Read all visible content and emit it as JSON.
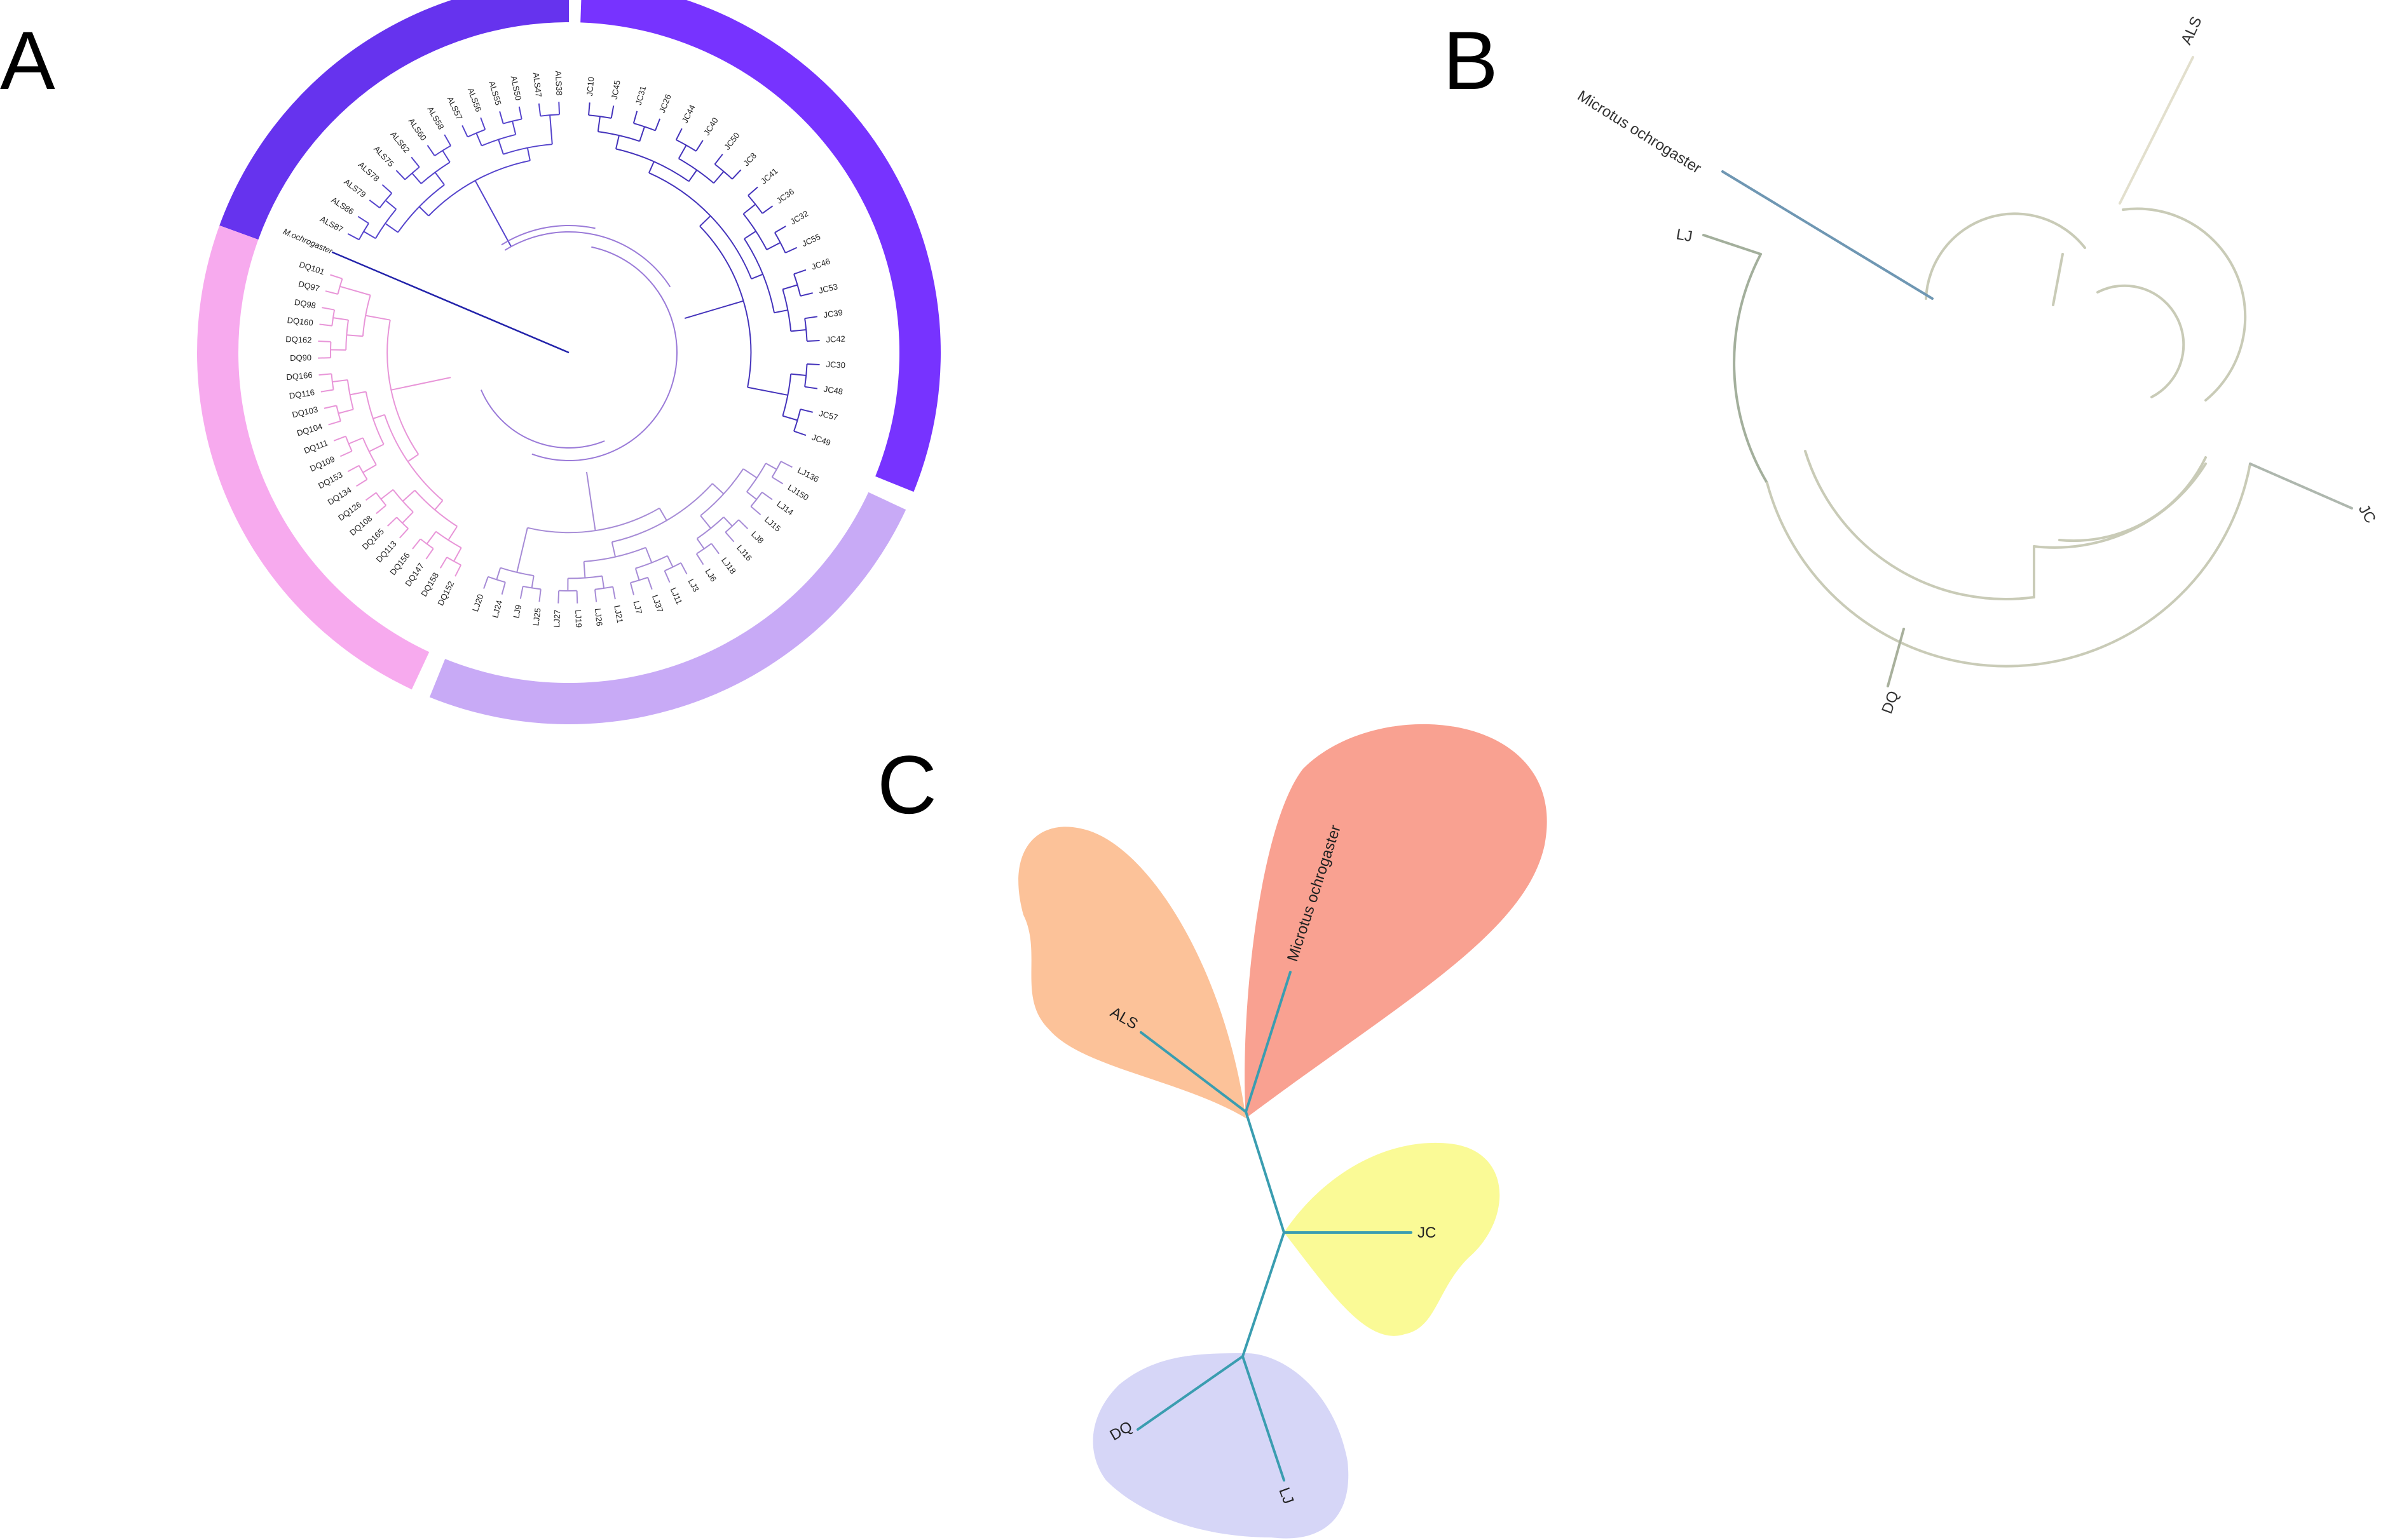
{
  "panels": {
    "a": {
      "label": "A",
      "groups": [
        {
          "key": "ALS",
          "color": "#6633ee",
          "branch_color": "#5544cc",
          "tips": [
            "ALS87",
            "ALS86",
            "ALS79",
            "ALS78",
            "ALS75",
            "ALS62",
            "ALS60",
            "ALS58",
            "ALS57",
            "ALS56",
            "ALS55",
            "ALS50",
            "ALS47",
            "ALS38"
          ]
        },
        {
          "key": "JC",
          "color": "#7733ff",
          "branch_color": "#4433bb",
          "tips": [
            "JC10",
            "JC45",
            "JC31",
            "JC26",
            "JC44",
            "JC40",
            "JC50",
            "JC8",
            "JC41",
            "JC36",
            "JC32",
            "JC55",
            "JC46",
            "JC53",
            "JC39",
            "JC42",
            "JC30",
            "JC48",
            "JC57",
            "JC49"
          ]
        },
        {
          "key": "LJ",
          "color": "#c8aaf6",
          "branch_color": "#a68bd6",
          "tips": [
            "LJ136",
            "LJ150",
            "LJ14",
            "LJ15",
            "LJ8",
            "LJ16",
            "LJ18",
            "LJ6",
            "LJ3",
            "LJ11",
            "LJ37",
            "LJ7",
            "LJ21",
            "LJ26",
            "LJ19",
            "LJ27",
            "LJ25",
            "LJ9",
            "LJ24",
            "LJ20"
          ]
        },
        {
          "key": "DQ",
          "color": "#f7aaee",
          "branch_color": "#e895d8",
          "tips": [
            "DQ152",
            "DQ158",
            "DQ147",
            "DQ156",
            "DQ113",
            "DQ165",
            "DQ108",
            "DQ126",
            "DQ134",
            "DQ153",
            "DQ109",
            "DQ111",
            "DQ104",
            "DQ103",
            "DQ116",
            "DQ166",
            "DQ90",
            "DQ162",
            "DQ160",
            "DQ98",
            "DQ97",
            "DQ101"
          ]
        }
      ],
      "outgroup": "M.ochrogaster",
      "outgroup_color": "#2222aa"
    },
    "b": {
      "label": "B",
      "tips": [
        {
          "name": "ALS",
          "color": "#e2dfcd"
        },
        {
          "name": "Microtus ochrogaster",
          "color": "#6f97b3"
        },
        {
          "name": "LJ",
          "color": "#a3af9c"
        },
        {
          "name": "JC",
          "color": "#aeb7ae"
        },
        {
          "name": "DQ",
          "color": "#a8b09c"
        }
      ],
      "branch_color": "#c9cbb7"
    },
    "c": {
      "label": "C",
      "branch_color": "#3a9db0",
      "tips": [
        {
          "name": "Microtus ochrogaster",
          "blob": "#f9a191"
        },
        {
          "name": "ALS",
          "blob": "#fcc299"
        },
        {
          "name": "JC",
          "blob": "#fafa96"
        },
        {
          "name": "DQ",
          "blob": "#d6d6f7"
        },
        {
          "name": "LJ",
          "blob": "#d6d6f7"
        }
      ]
    }
  }
}
